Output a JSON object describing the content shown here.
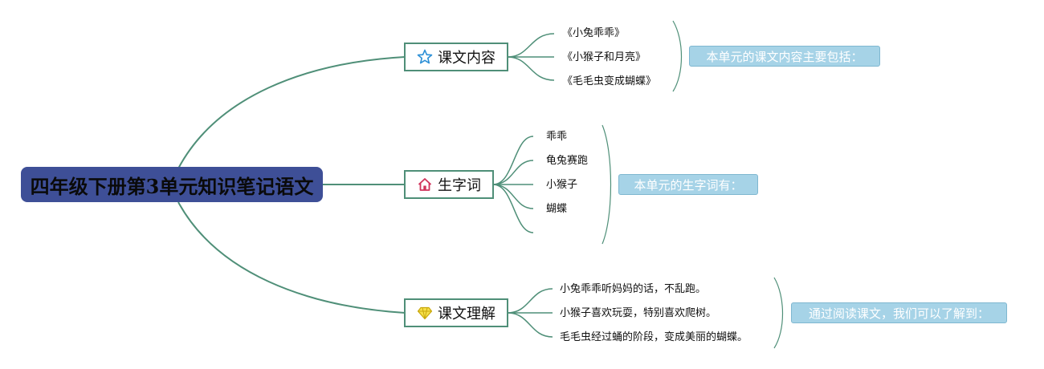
{
  "root": {
    "label": "四年级下册第3单元知识笔记语文"
  },
  "branches": [
    {
      "label": "课文内容",
      "icon": "star-icon",
      "leaves": [
        "《小兔乖乖》",
        "《小猴子和月亮》",
        "《毛毛虫变成蝴蝶》"
      ],
      "summary": "本单元的课文内容主要包括："
    },
    {
      "label": "生字词",
      "icon": "house-icon",
      "leaves": [
        "乖乖",
        "龟兔赛跑",
        "小猴子",
        "蝴蝶",
        ""
      ],
      "summary": "本单元的生字词有："
    },
    {
      "label": "课文理解",
      "icon": "diamond-icon",
      "leaves": [
        "小兔乖乖听妈妈的话，不乱跑。",
        "小猴子喜欢玩耍，特别喜欢爬树。",
        "毛毛虫经过蛹的阶段，变成美丽的蝴蝶。"
      ],
      "summary": "通过阅读课文，我们可以了解到："
    }
  ],
  "colors": {
    "root_fill": "#3e4f97",
    "line": "#4f8f78",
    "summary_fill": "#a6d3e7",
    "star": "#2b8fd6",
    "house": "#d0335b",
    "diamond": "#f2d21a"
  }
}
